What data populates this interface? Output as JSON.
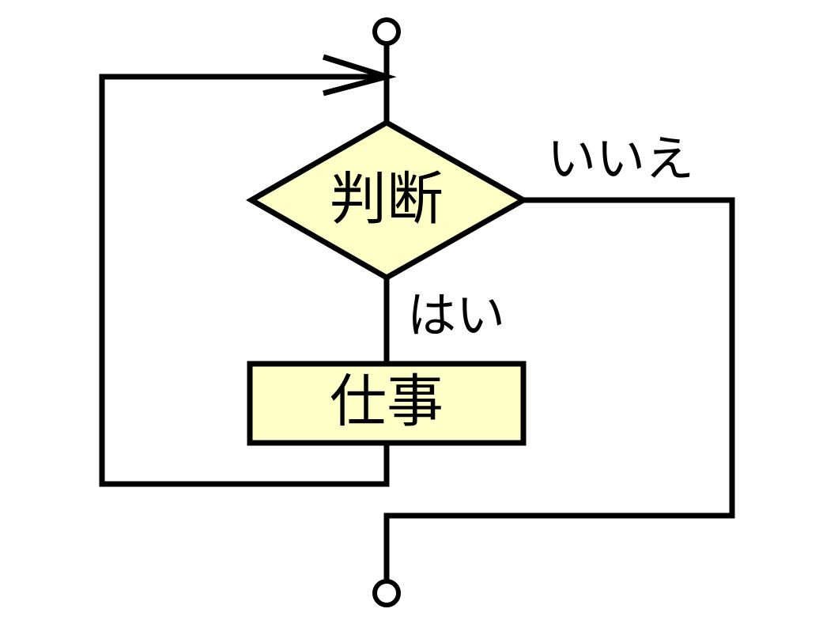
{
  "diagram": {
    "decision_label": "判断",
    "process_label": "仕事",
    "yes_label": "はい",
    "no_label": "いいえ"
  },
  "colors": {
    "node_fill": "#ffffc8",
    "stroke": "#000000",
    "background": "#ffffff"
  }
}
